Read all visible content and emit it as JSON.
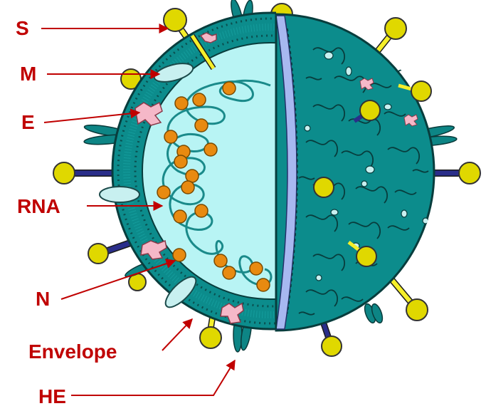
{
  "labels": {
    "s": "S",
    "m": "M",
    "e": "E",
    "rna": "RNA",
    "n": "N",
    "envelope": "Envelope",
    "he": "HE"
  },
  "colors": {
    "label_text": "#c00000",
    "arrow": "#c00000",
    "envelope_teal": "#008080",
    "envelope_dark": "#005f5f",
    "interior": "#b8f4f4",
    "membrane_inner": "#a7b8f0",
    "spike_head": "#e0d800",
    "spike_stalk_s": "#f5ef2a",
    "spike_stalk_dark": "#2a2e8a",
    "e_protein": "#f5b8c8",
    "n_protein": "#e88a10",
    "he_protein": "#008080",
    "m_protein": "#c8f0f0"
  },
  "icons": {
    "virion": "coronavirus-cross-section-icon"
  }
}
